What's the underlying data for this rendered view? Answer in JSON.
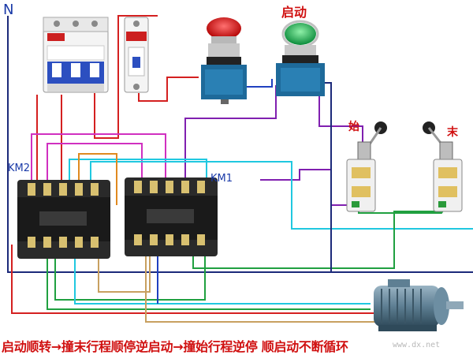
{
  "labels": {
    "neutral": "N",
    "start": "启动",
    "km2": "KM2",
    "km1": "KM1",
    "begin_limit": "始",
    "end_limit": "末"
  },
  "caption": "启动顺转→撞末行程顺停逆启动→撞始行程逆停 顺启动不断循环",
  "watermark": "www.dx.net"
}
